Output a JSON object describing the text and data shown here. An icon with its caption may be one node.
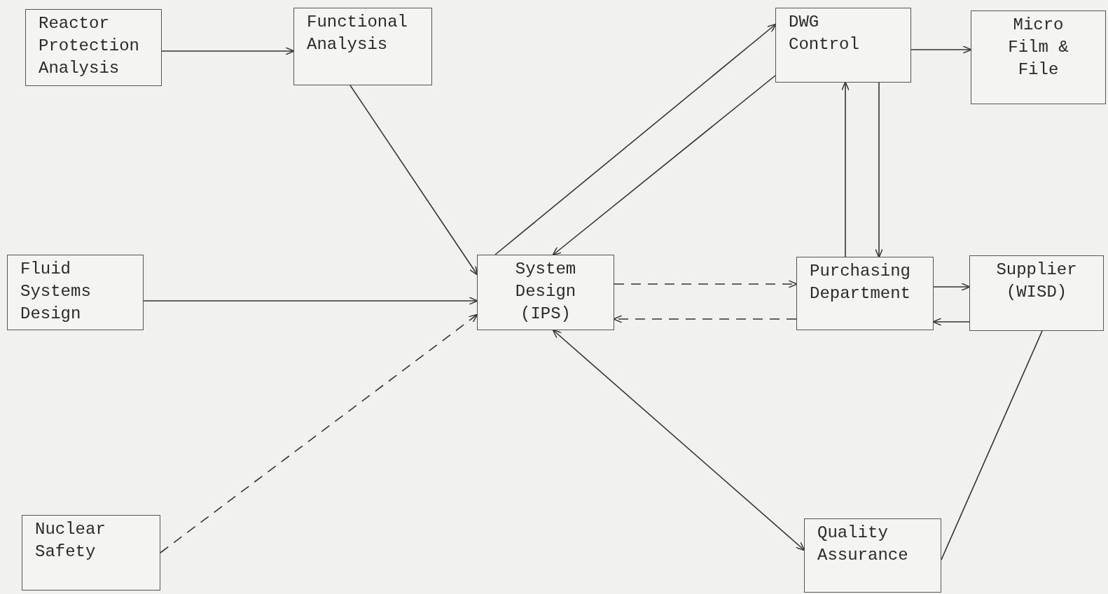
{
  "diagram": {
    "nodes": [
      {
        "text": [
          "Reactor Protection Analysis"
        ]
      },
      {
        "text": [
          "Functional Analysis"
        ]
      },
      {
        "text": [
          "DWG Control"
        ]
      },
      {
        "text": [
          "Micro Film & File"
        ]
      },
      {
        "text": [
          "Fluid Systems Design"
        ]
      },
      {
        "text": [
          "System Design (IPS)"
        ]
      },
      {
        "text": [
          "Purchasing Department"
        ]
      },
      {
        "text": [
          "Supplier (WISD)"
        ]
      },
      {
        "text": [
          "Nuclear Safety"
        ]
      },
      {
        "text": [
          "Quality Assurance"
        ]
      }
    ],
    "edges": [
      {
        "from": 0,
        "to": 1,
        "arrow": "to"
      },
      {
        "from": 1,
        "to": 5,
        "arrow": "to"
      },
      {
        "from": 4,
        "to": 5,
        "arrow": "to"
      },
      {
        "from": 8,
        "to": 5,
        "arrow": "to",
        "style": "dashed"
      },
      {
        "from": 5,
        "to": 2,
        "arrow": "to"
      },
      {
        "from": 2,
        "to": 5,
        "arrow": "to"
      },
      {
        "from": 2,
        "to": 3,
        "arrow": "to"
      },
      {
        "from": 6,
        "to": 2,
        "arrow": "to"
      },
      {
        "from": 2,
        "to": 6,
        "arrow": "to"
      },
      {
        "from": 5,
        "to": 6,
        "arrow": "to",
        "style": "dashed"
      },
      {
        "from": 6,
        "to": 5,
        "arrow": "to",
        "style": "dashed"
      },
      {
        "from": 6,
        "to": 7,
        "arrow": "to"
      },
      {
        "from": 7,
        "to": 6,
        "arrow": "to"
      },
      {
        "from": 5,
        "to": 9,
        "arrow": "both"
      },
      {
        "from": 7,
        "to": 9,
        "arrow": "none"
      }
    ]
  }
}
